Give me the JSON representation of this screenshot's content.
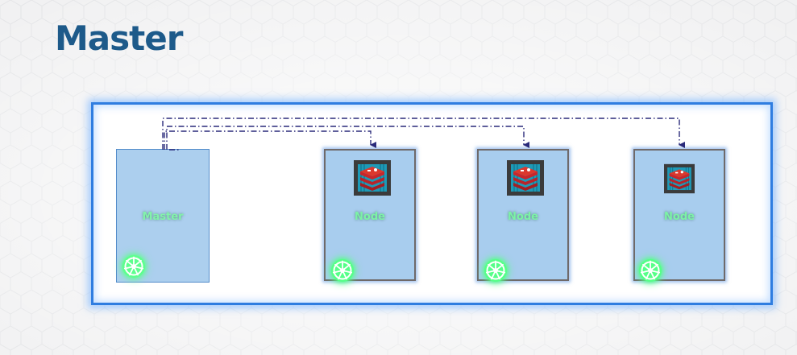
{
  "slide": {
    "title": "Master"
  },
  "colors": {
    "title": "#1d5a8a",
    "frame_border": "#2f7de0",
    "node_fill": "#a8cdee",
    "node_border": "#4a86c8",
    "worker_border": "#6f6a6a",
    "label": "#7cf2a6",
    "k8s_glow": "#55ff88",
    "connector": "#2a2a7a",
    "redis": "#c9262b"
  },
  "diagram": {
    "master": {
      "label": "Master",
      "icon": "kubernetes-icon"
    },
    "nodes": [
      {
        "label": "Node",
        "icon": "kubernetes-icon",
        "app_icon": "redis-icon"
      },
      {
        "label": "Node",
        "icon": "kubernetes-icon",
        "app_icon": "redis-icon"
      },
      {
        "label": "Node",
        "icon": "kubernetes-icon",
        "app_icon": "redis-icon"
      }
    ]
  }
}
